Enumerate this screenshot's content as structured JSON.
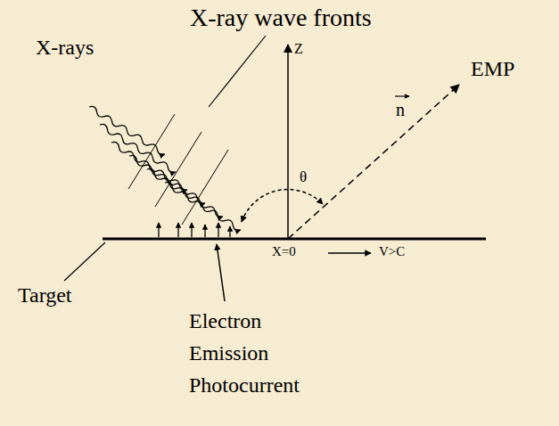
{
  "diagram": {
    "labels": [
      "X-ray wave fronts",
      "X-rays",
      "Z",
      "θ",
      "n",
      "EMP",
      "X=0",
      "V>C",
      "Target",
      "Electron Emission Photocurrent"
    ]
  }
}
